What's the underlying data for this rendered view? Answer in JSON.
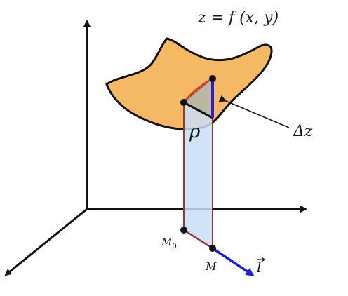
{
  "labels": {
    "equation": "z = f (x, y)",
    "delta_z": "Δz",
    "rho": "ρ",
    "m0_base": "M",
    "m0_sub": "0",
    "m": "M",
    "l": "l"
  },
  "colors": {
    "surface_fill": "#f5b865",
    "surface_stroke": "#111111",
    "plane_fill": "#c9def6",
    "plane_stroke": "#a0302e",
    "delta_z_segment": "#2a1fd0",
    "direction_vector": "#1d1dd6",
    "triangle_fill": "#b8b29a",
    "axes": "#111111",
    "points": "#111111"
  }
}
